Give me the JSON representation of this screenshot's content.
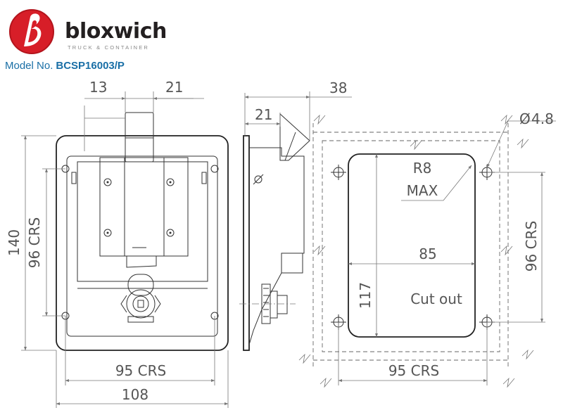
{
  "brand": {
    "name": "bloxwich",
    "tagline": "TRUCK & CONTAINER",
    "colors": {
      "logo_red": "#d71e28",
      "brand_text": "#231f20",
      "model_blue": "#1a6fa6"
    }
  },
  "model": {
    "label": "Model No.",
    "number": "BCSP16003/P"
  },
  "front_view": {
    "dims": {
      "top_left": "13",
      "top_right": "21",
      "height": "140",
      "height_crs": "96 CRS",
      "width_crs": "95 CRS",
      "width": "108"
    }
  },
  "side_view": {
    "dims": {
      "overall": "38",
      "offset": "21"
    }
  },
  "cutout_view": {
    "dims": {
      "hole_dia": "4.8",
      "hole_dia_symbol": "Ø",
      "corner_radius": "R8",
      "corner_radius_note": "MAX",
      "width": "85",
      "height": "117",
      "height_crs": "96 CRS",
      "width_crs": "95 CRS"
    },
    "label": "Cut out"
  }
}
